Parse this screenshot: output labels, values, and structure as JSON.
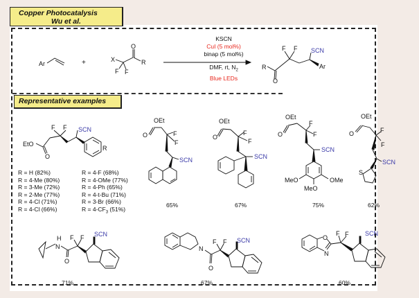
{
  "header": {
    "title_line1": "Copper Photocatalysis",
    "title_line2": "Wu et al."
  },
  "reaction": {
    "reactant1": {
      "ar": "Ar"
    },
    "plus": "+",
    "reactant2": {
      "x": "X",
      "f1": "F",
      "f2": "F",
      "o": "O",
      "r": "R"
    },
    "conditions_above": [
      "KSCN",
      "CuI (5 mol%)",
      "binap (5 mol%)"
    ],
    "conditions_below": [
      "DMF, rt, N",
      "Blue LEDs"
    ],
    "n2_subscript": "2",
    "product": {
      "r": "R",
      "o": "O",
      "f1": "F",
      "f2": "F",
      "scn": "SCN",
      "ar": "Ar"
    },
    "colors": {
      "catalyst": "#e8281e",
      "light": "#e8281e",
      "scn": "#3a3aa8"
    }
  },
  "examples": {
    "section_label": "Representative examples",
    "scaffold": {
      "eto": "EtO",
      "o": "O",
      "f1": "F",
      "f2": "F",
      "scn": "SCN",
      "r": "R"
    },
    "substituents_left": [
      "R = H (82%)",
      "R = 4-Me (80%)",
      "R = 3-Me (72%)",
      "R = 2-Me (77%)",
      "R = 4-Cl (71%)",
      "R = 4-Cl (66%)"
    ],
    "substituents_right": [
      "R = 4-F (68%)",
      "R = 4-OMe (77%)",
      "R = 4-Ph (65%)",
      "R = 4-t-Bu (71%)",
      "R = 3-Br (66%)",
      "R = 4-CF"
    ],
    "cf3_sub": "3",
    "cf3_yield": " (51%)",
    "compounds": [
      {
        "name": "naphthyl",
        "labels": {
          "oet": "OEt",
          "o": "O",
          "f1": "F",
          "f2": "F",
          "scn": "SCN"
        },
        "yield": "65%"
      },
      {
        "name": "diphenyl",
        "labels": {
          "oet": "OEt",
          "o": "O",
          "f1": "F",
          "f2": "F",
          "scn": "SCN"
        },
        "yield": "67%"
      },
      {
        "name": "trimethoxyphenyl",
        "labels": {
          "oet": "OEt",
          "o": "O",
          "f1": "F",
          "f2": "F",
          "scn": "SCN",
          "meo1": "MeO",
          "meo2": "MeO",
          "ome": "OMe"
        },
        "yield": "75%"
      },
      {
        "name": "thienyl",
        "labels": {
          "oet": "OEt",
          "o": "O",
          "f1": "F",
          "f2": "F",
          "scn": "SCN",
          "s": "S"
        },
        "yield": "62%"
      },
      {
        "name": "cyclopropylamide-indane",
        "labels": {
          "h": "H",
          "n": "N",
          "o": "O",
          "f1": "F",
          "f2": "F",
          "scn": "SCN"
        },
        "yield": "71%"
      },
      {
        "name": "tetrahydroisoquinoline-indane",
        "labels": {
          "n": "N",
          "o": "O",
          "f1": "F",
          "f2": "F",
          "scn": "SCN"
        },
        "yield": "67%"
      },
      {
        "name": "benzoxazole-indane",
        "labels": {
          "o": "O",
          "n": "N",
          "f1": "F",
          "f2": "F",
          "scn": "SCN"
        },
        "yield": "60%"
      }
    ]
  }
}
